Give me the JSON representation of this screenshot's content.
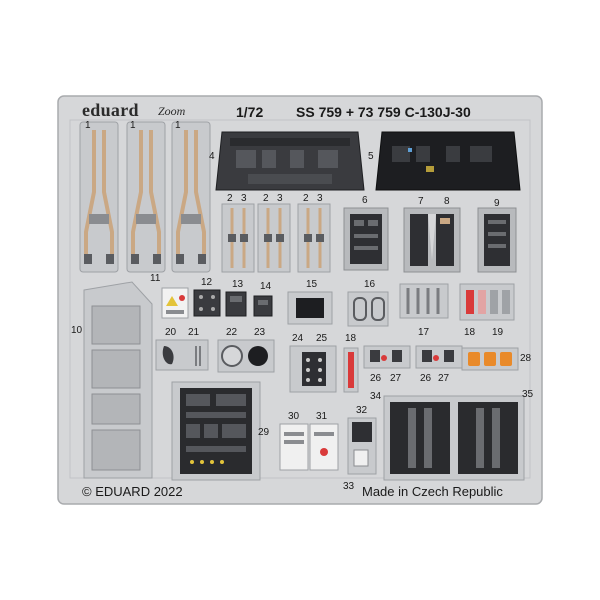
{
  "header": {
    "brand": "eduard",
    "zoom_tag": "Zoom",
    "scale": "1/72",
    "catalog": "SS 759 + 73 759 C-130J-30"
  },
  "footer": {
    "copyright": "© EDUARD 2022",
    "origin": "Made in Czech Republic"
  },
  "part_numbers": {
    "p1": "1",
    "p2": "2",
    "p3": "3",
    "p4": "4",
    "p5": "5",
    "p6": "6",
    "p7": "7",
    "p8": "8",
    "p9": "9",
    "p10": "10",
    "p11": "11",
    "p12": "12",
    "p13": "13",
    "p14": "14",
    "p15": "15",
    "p16": "16",
    "p17": "17",
    "p18": "18",
    "p19": "19",
    "p20": "20",
    "p21": "21",
    "p22": "22",
    "p23": "23",
    "p24": "24",
    "p25": "25",
    "p26": "26",
    "p27": "27",
    "p28": "28",
    "p29": "29",
    "p30": "30",
    "p31": "31",
    "p32": "32",
    "p33": "33",
    "p34": "34",
    "p35": "35"
  },
  "colors": {
    "background": "#ffffff",
    "fret": "#d6d7d9",
    "fret_edge": "#a9abae",
    "panel_dark": "#2a2b2e",
    "harness_tan": "#caa884",
    "warning_red": "#d93a3a",
    "amber_light": "#e98a2a"
  }
}
